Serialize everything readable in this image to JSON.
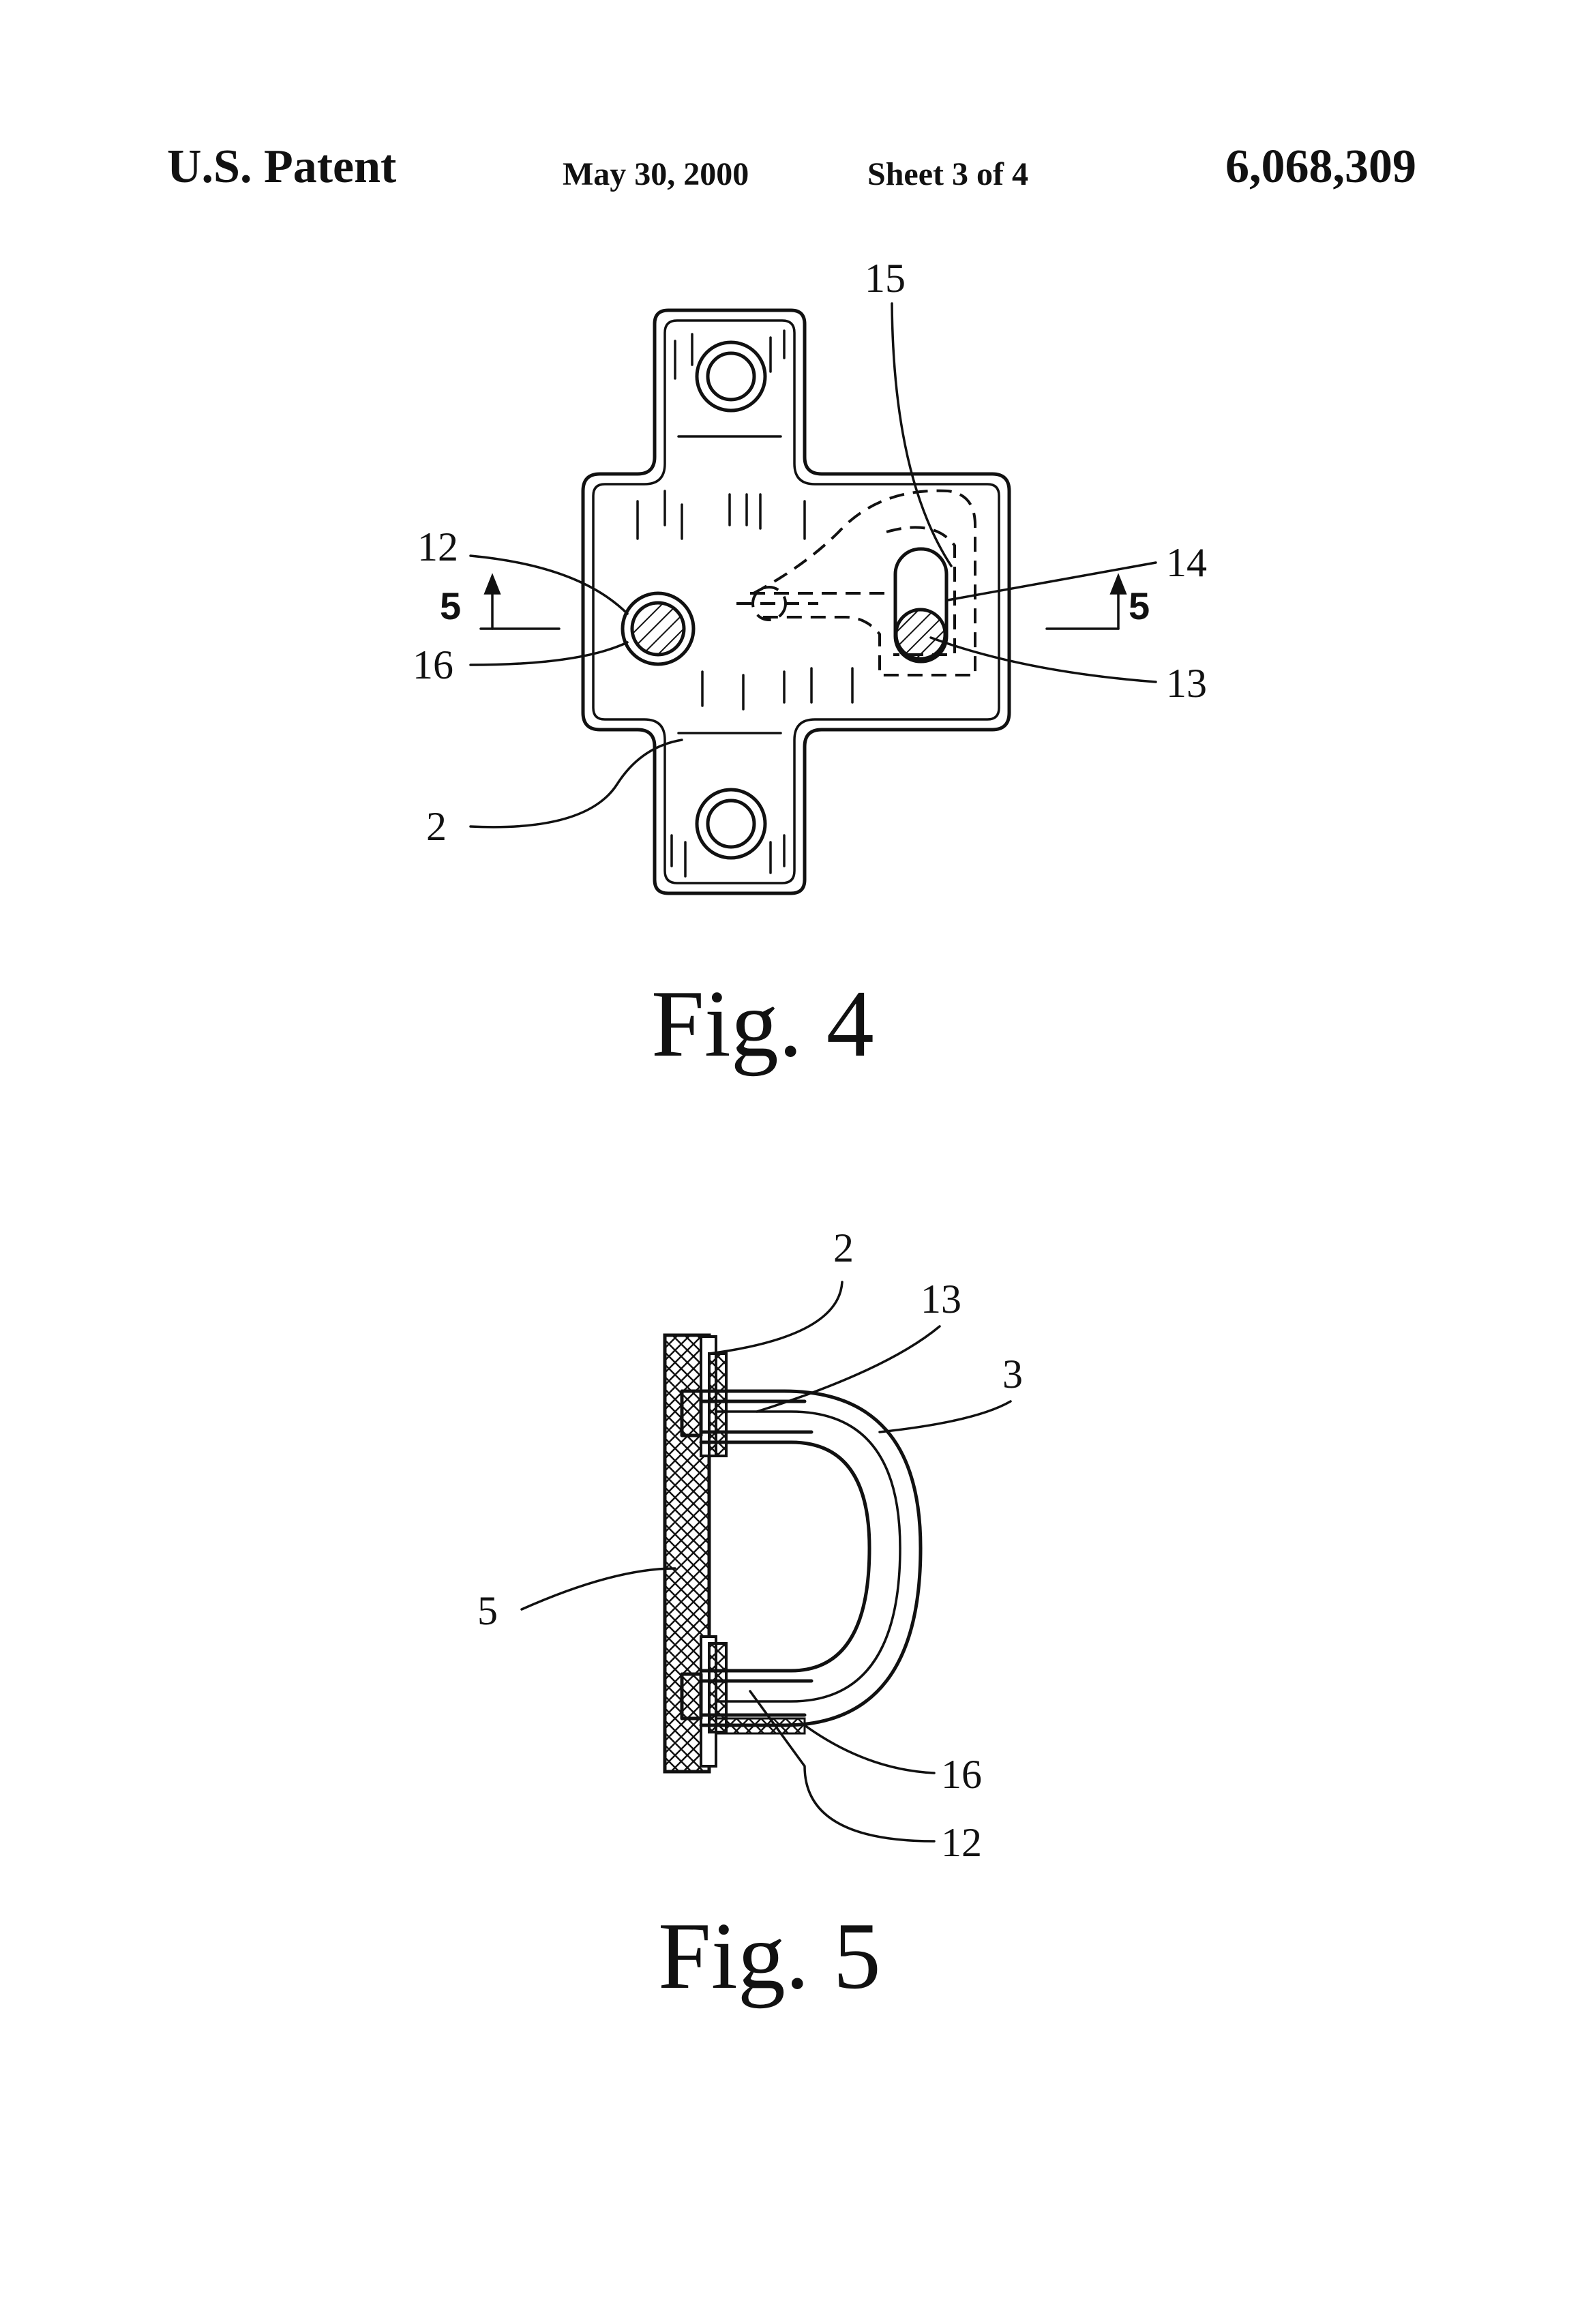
{
  "header": {
    "left": "U.S. Patent",
    "date": "May 30, 2000",
    "sheet": "Sheet 3 of 4",
    "patent_number": "6,068,309"
  },
  "fig4": {
    "caption": "Fig. 4",
    "labels": {
      "l15": "15",
      "l12": "12",
      "l14": "14",
      "l16": "16",
      "l13": "13",
      "l2": "2"
    },
    "section_left": "5",
    "section_right": "5"
  },
  "fig5": {
    "caption": "Fig. 5",
    "labels": {
      "l2": "2",
      "l13": "13",
      "l3": "3",
      "l5": "5",
      "l16": "16",
      "l12": "12"
    }
  }
}
